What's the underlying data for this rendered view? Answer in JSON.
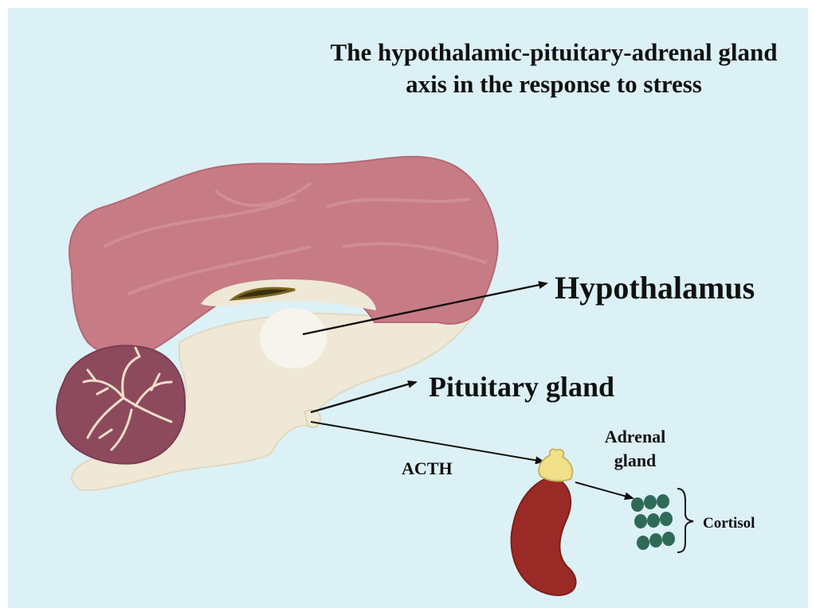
{
  "title": {
    "line1": "The hypothalamic-pituitary-adrenal gland",
    "line2": "axis in the response to stress"
  },
  "labels": {
    "hypothalamus": "Hypothalamus",
    "pituitary": "Pituitary gland",
    "acth": "ACTH",
    "adrenal": "Adrenal gland",
    "cortisol": "Cortisol"
  },
  "colors": {
    "background": "#dcf1f6",
    "cerebrum": "#c77b85",
    "brainstem": "#efe8d6",
    "cerebellum": "#8d4a5d",
    "kidney": "#9a2a26",
    "adrenal": "#f0e08a",
    "cortisol": "#2f6a57"
  }
}
